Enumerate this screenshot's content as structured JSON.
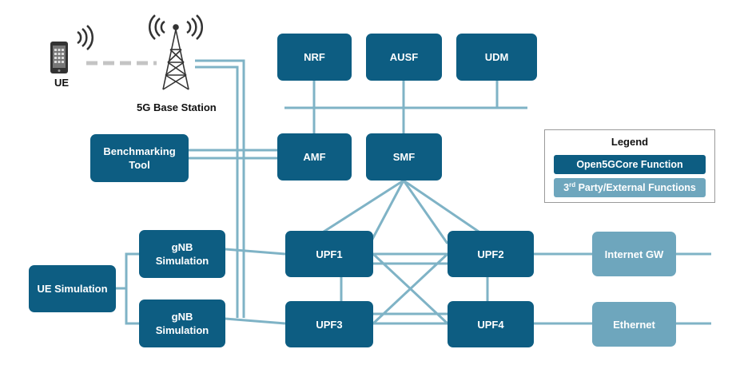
{
  "colors": {
    "core_function": "#0d5d82",
    "external_function": "#6ea6bd",
    "link": "#7fb3c6",
    "dashed_link": "#c4c4c4"
  },
  "icons": [
    "smartphone-icon",
    "radio-waves-icon",
    "cell-tower-icon"
  ],
  "labels": {
    "ue": "UE",
    "base_station": "5G Base Station"
  },
  "nodes": {
    "nrf": "NRF",
    "ausf": "AUSF",
    "udm": "UDM",
    "amf": "AMF",
    "smf": "SMF",
    "benchmarking_line1": "Benchmarking",
    "benchmarking_line2": "Tool",
    "gnb1_line1": "gNB",
    "gnb1_line2": "Simulation",
    "gnb2_line1": "gNB",
    "gnb2_line2": "Simulation",
    "ue_simulation": "UE Simulation",
    "upf1": "UPF1",
    "upf2": "UPF2",
    "upf3": "UPF3",
    "upf4": "UPF4",
    "internet_gw": "Internet GW",
    "ethernet": "Ethernet"
  },
  "legend": {
    "title": "Legend",
    "core_item": "Open5GCore Function",
    "external_item_prefix": "3",
    "external_item_sup": "rd",
    "external_item_rest": " Party/External Functions"
  }
}
